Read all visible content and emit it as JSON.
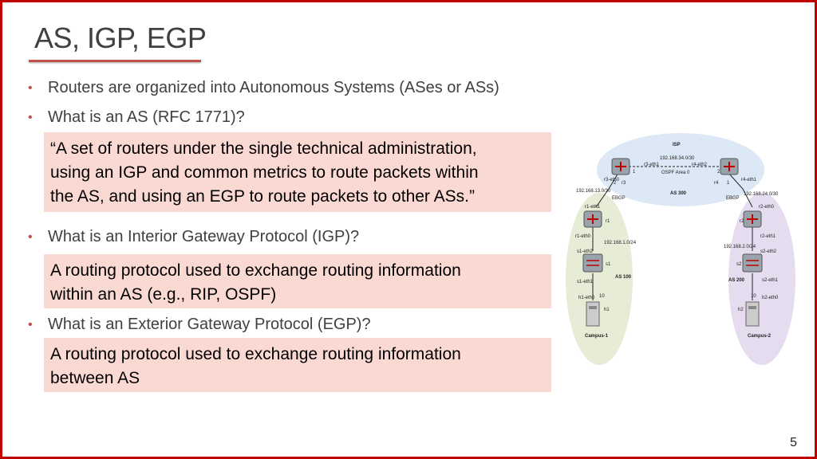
{
  "slide": {
    "title": "AS, IGP, EGP",
    "page_number": "5"
  },
  "bullets": [
    "Routers are organized into Autonomous Systems (ASes or ASs)",
    "What is an AS (RFC 1771)?",
    "What is an Interior Gateway Protocol (IGP)?",
    "What is an Exterior Gateway Protocol (EGP)?"
  ],
  "boxes": {
    "as_definition": [
      "“A set of routers under the single technical administration,",
      "using an IGP and common metrics to route packets within",
      "the AS, and using an EGP to route packets to other ASs.”"
    ],
    "igp_definition": [
      "A routing protocol used to exchange routing information",
      "within an AS (e.g., RIP, OSPF)"
    ],
    "egp_definition": [
      "A routing protocol used to exchange routing information",
      "between AS"
    ]
  },
  "diagram": {
    "isp_label": "ISP",
    "isp_subnet": "192.168.34.0/30",
    "r3_eth1": "r3-eth1",
    "r4_eth2": "r4-eth2",
    "ospf": "OSPF Area 0",
    "as300": "AS 300",
    "r3_eth0": "r3-eth0",
    "r4_eth1": "r4-eth1",
    "r3_r4_ports": [
      "1",
      "2",
      "2",
      "1",
      "r3",
      "r4"
    ],
    "ebgp_left": "EBGP",
    "ebgp_right": "EBGP",
    "subnet_left": "192.168.13.0/30",
    "subnet_right": "192.168.24.0/30",
    "r1_eth1": "r1-eth1",
    "r1": "r1",
    "r1_eth0": "r1-eth0",
    "subnet_as100": "192.168.1.0/24",
    "s1_eth2": "s1-eth2",
    "s1": "s1",
    "s1_eth1": "s1-eth1",
    "as100": "AS 100",
    "h1_eth0": "h1-eth0",
    "h1_port": "10",
    "h1": "h1",
    "campus1": "Campus-1",
    "r2_eth0": "r2-eth0",
    "r2": "r2",
    "r2_eth1": "r2-eth1",
    "subnet_as200": "192.168.2.0/24",
    "s2_eth2": "s2-eth2",
    "s2": "s2",
    "s2_eth1": "s2-eth1",
    "as200": "AS 200",
    "h2_port": "10",
    "h2_eth0": "h2-eth0",
    "h2": "h2",
    "campus2": "Campus-2"
  },
  "colors": {
    "border": "#c00000",
    "accent": "#c0504d",
    "box_fill": "#fbd9d3",
    "isp_ellipse": "#dce8f5",
    "as100_ellipse": "#e6ecd6",
    "as200_ellipse": "#e5dcef"
  }
}
